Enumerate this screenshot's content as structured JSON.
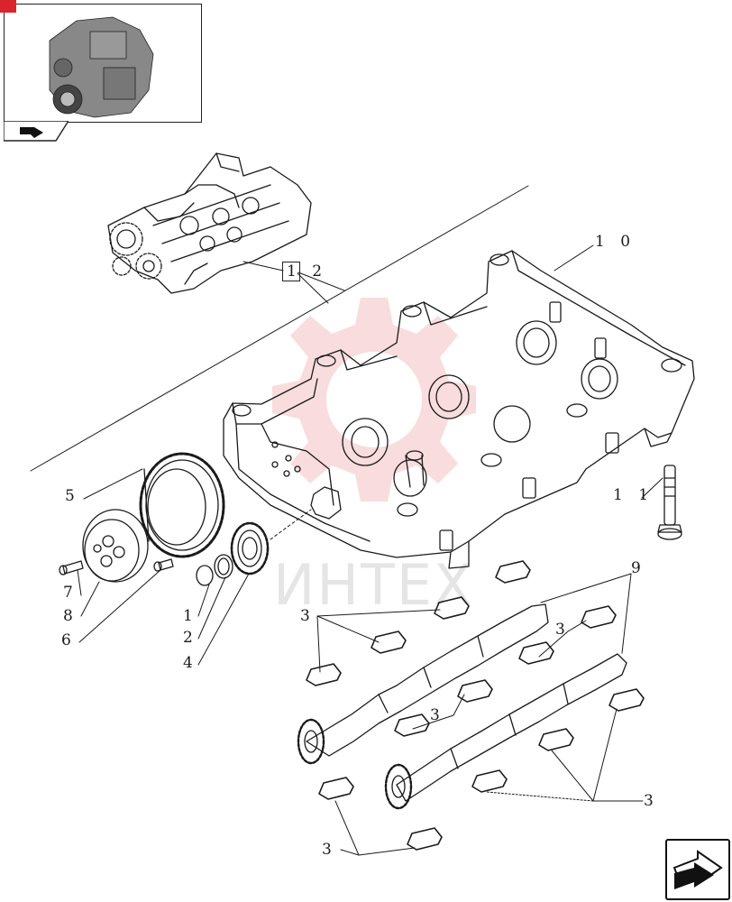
{
  "callouts": {
    "c1": "1",
    "c2": "2",
    "c3a": "3",
    "c3b": "3",
    "c3c": "3",
    "c3d": "3",
    "c3e": "3",
    "c4": "4",
    "c5": "5",
    "c6": "6",
    "c7": "7",
    "c8": "8",
    "c9": "9",
    "c10": "1 0",
    "c11": "1 1",
    "c12": "1 2"
  },
  "watermark": {
    "text": "ИНТЕХ",
    "color": "#d9232d"
  },
  "colors": {
    "line": "#1a1a1a",
    "accent": "#d9232d"
  },
  "icons": {
    "thumbnail": "engine-thumbnail-icon",
    "nav": "next-page-arrow-icon"
  }
}
